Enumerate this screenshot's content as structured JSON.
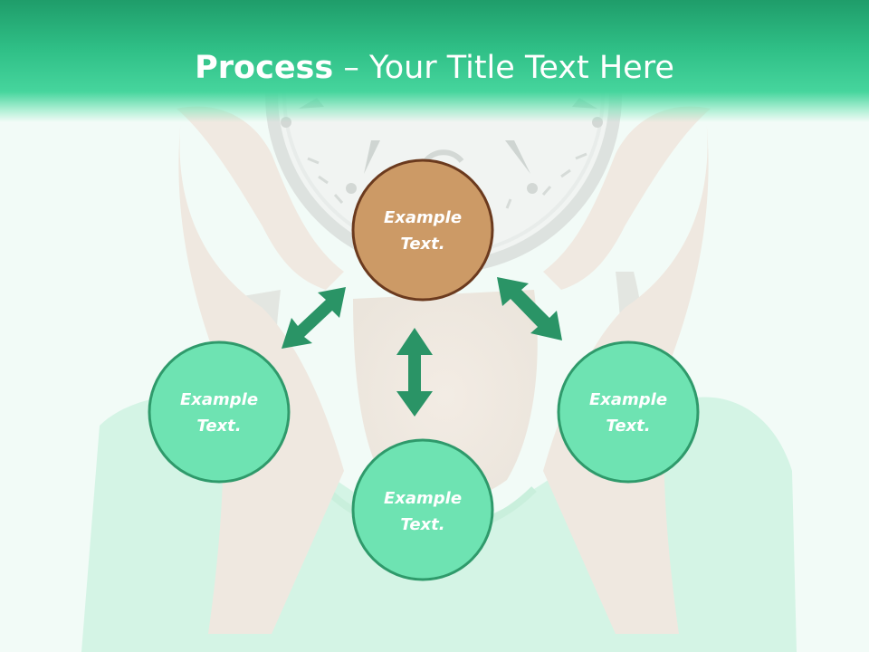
{
  "title": {
    "strong": "Process",
    "rest": " – Your Title Text Here"
  },
  "nodes": {
    "top": {
      "line1": "Example",
      "line2": "Text."
    },
    "left": {
      "line1": "Example",
      "line2": "Text."
    },
    "bottom": {
      "line1": "Example",
      "line2": "Text."
    },
    "right": {
      "line1": "Example",
      "line2": "Text."
    }
  },
  "colors": {
    "header": "#2fbf86",
    "accent_node": "#cc9a66",
    "accent_node_border": "#6b3a1e",
    "node": "#6ee3b2",
    "node_border": "#2f9a6b",
    "arrow": "#2a9466"
  },
  "icons": {
    "arrows": "double-headed-arrow"
  }
}
